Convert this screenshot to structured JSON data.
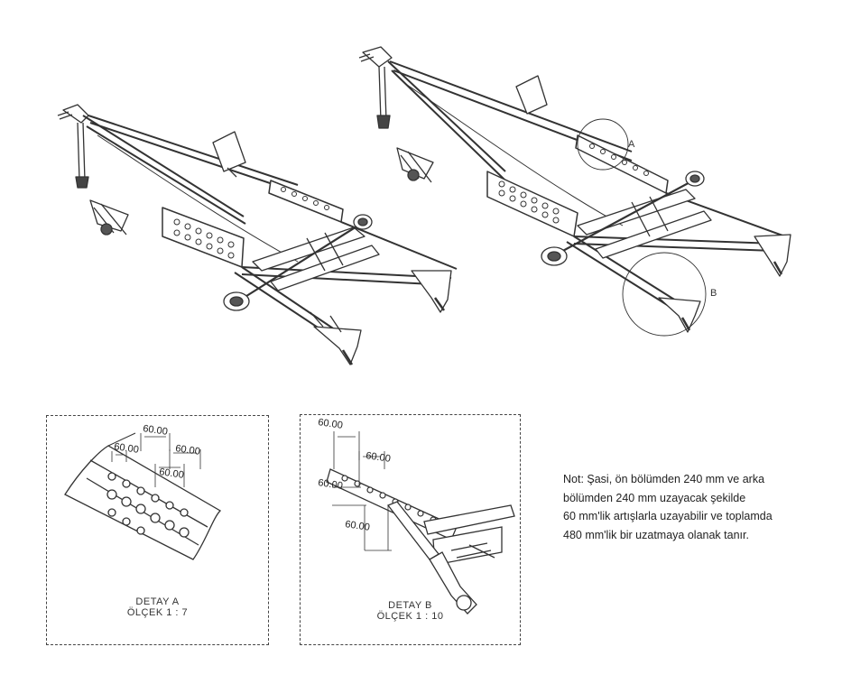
{
  "views": {
    "left": {
      "description_label": ""
    },
    "right": {
      "callout_a": "A",
      "callout_b": "B"
    }
  },
  "detail_a": {
    "title": "DETAY A",
    "scale": "ÖLÇEK 1 : 7",
    "dimensions": [
      "60.00",
      "60.00",
      "60.00",
      "60.00"
    ]
  },
  "detail_b": {
    "title": "DETAY B",
    "scale": "ÖLÇEK 1 : 10",
    "dimensions": [
      "60.00",
      "60.00",
      "60.00",
      "60.00"
    ]
  },
  "note": {
    "lines": [
      "Not: Şasi, ön bölümden 240 mm ve arka",
      "bölümden 240 mm uzayacak şekilde",
      "60 mm'lik artışlarla uzayabilir ve toplamda",
      "480 mm'lik bir uzatmaya olanak tanır."
    ]
  },
  "colors": {
    "line": "#333333",
    "background": "#ffffff"
  }
}
